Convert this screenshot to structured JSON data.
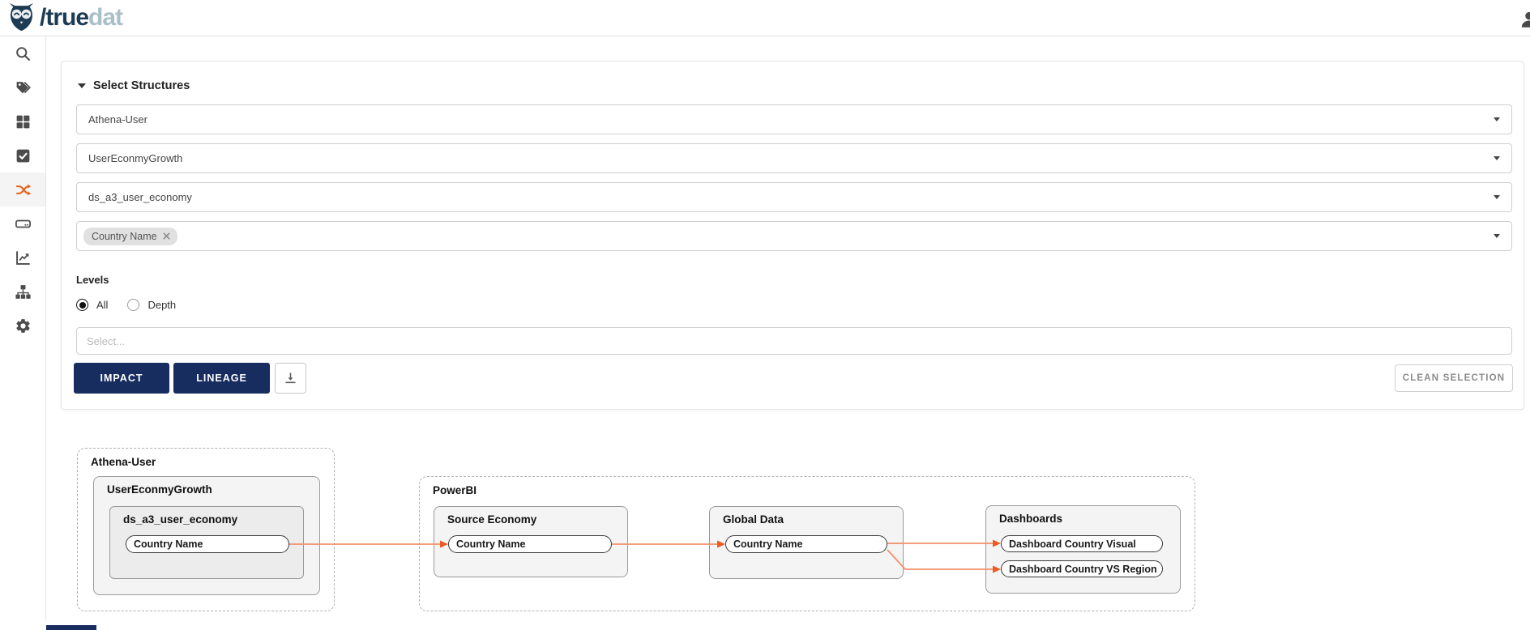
{
  "theme": {
    "navy": "#172c5f",
    "orange": "#e8611c",
    "edge": "#f0906a",
    "arrow": "#ee5a22",
    "logo-dark": "#1d3b52",
    "logo-light": "#a9bfca"
  },
  "header": {
    "logo_primary": "/true",
    "logo_secondary": "dat"
  },
  "sidebar": {
    "items": [
      {
        "icon": "search-icon"
      },
      {
        "icon": "tag-icon"
      },
      {
        "icon": "grid-icon"
      },
      {
        "icon": "check-square-icon"
      },
      {
        "icon": "shuffle-icon",
        "active": true
      },
      {
        "icon": "server-icon"
      },
      {
        "icon": "chart-icon"
      },
      {
        "icon": "sitemap-icon"
      },
      {
        "icon": "gear-icon"
      }
    ]
  },
  "filters": {
    "section_title": "Select Structures",
    "dropdown_system": "Athena-User",
    "dropdown_group": "UserEconmyGrowth",
    "dropdown_structure": "ds_a3_user_economy",
    "selected_field_tag": "Country Name",
    "levels_label": "Levels",
    "level_all": "All",
    "level_depth": "Depth",
    "select_placeholder": "Select...",
    "impact_button": "IMPACT",
    "lineage_button": "LINEAGE",
    "clean_selection_button": "CLEAN SELECTION"
  },
  "graph": {
    "athena": {
      "label": "Athena-User",
      "group": {
        "label": "UserEconmyGrowth",
        "table": {
          "label": "ds_a3_user_economy",
          "field": "Country Name"
        }
      }
    },
    "powerbi": {
      "label": "PowerBI",
      "source_economy": {
        "label": "Source Economy",
        "field": "Country Name"
      },
      "global_data": {
        "label": "Global Data",
        "field": "Country Name"
      },
      "dashboards": {
        "label": "Dashboards",
        "field1": "Dashboard Country Visual",
        "field2": "Dashboard Country VS Region"
      }
    }
  }
}
